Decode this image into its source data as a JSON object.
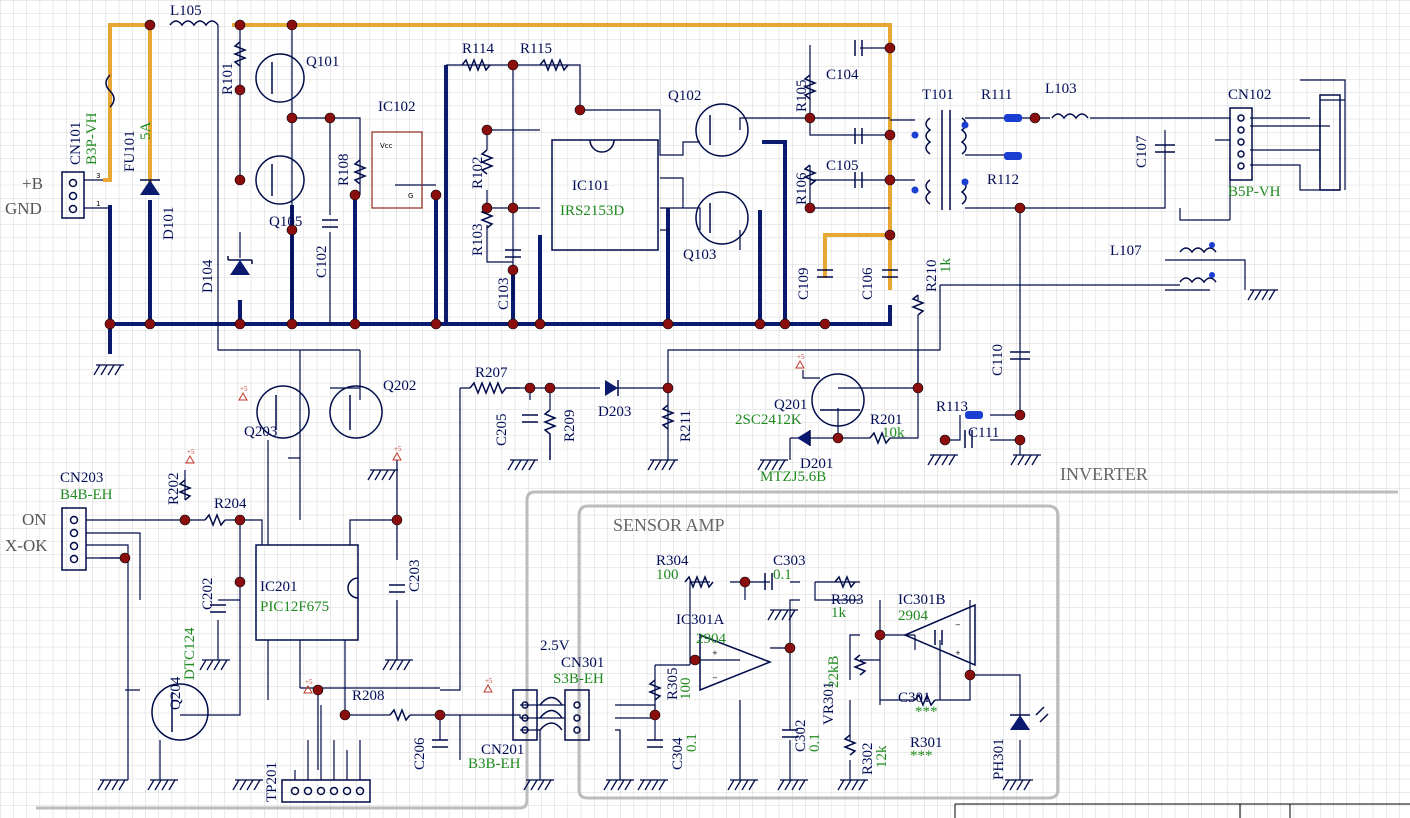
{
  "sections": {
    "inverter": "INVERTER",
    "sensor_amp": "SENSOR AMP"
  },
  "side_labels": {
    "plus_b": "+B",
    "gnd": "GND",
    "on": "ON",
    "x_ok": "X-OK"
  },
  "parts": {
    "cn101": {
      "ref": "CN101",
      "value": "B3P-VH"
    },
    "fu101": {
      "ref": "FU101",
      "value": "5A"
    },
    "l105": {
      "ref": "L105"
    },
    "d101": {
      "ref": "D101"
    },
    "d104": {
      "ref": "D104"
    },
    "r101": {
      "ref": "R101"
    },
    "q101": {
      "ref": "Q101"
    },
    "q105": {
      "ref": "Q105"
    },
    "c102": {
      "ref": "C102"
    },
    "r108": {
      "ref": "R108"
    },
    "ic102": {
      "ref": "IC102",
      "pin_vcc": "Vcc",
      "pin_g": "G"
    },
    "r114": {
      "ref": "R114"
    },
    "r115": {
      "ref": "R115"
    },
    "r102": {
      "ref": "R102"
    },
    "r103": {
      "ref": "R103"
    },
    "c103": {
      "ref": "C103"
    },
    "ic101": {
      "ref": "IC101",
      "value": "IRS2153D"
    },
    "q102": {
      "ref": "Q102"
    },
    "q103": {
      "ref": "Q103"
    },
    "r105": {
      "ref": "R105"
    },
    "r106": {
      "ref": "R106"
    },
    "c104": {
      "ref": "C104"
    },
    "c105": {
      "ref": "C105"
    },
    "c109": {
      "ref": "C109"
    },
    "c106": {
      "ref": "C106"
    },
    "t101": {
      "ref": "T101"
    },
    "r111": {
      "ref": "R111"
    },
    "r112": {
      "ref": "R112"
    },
    "l103": {
      "ref": "L103"
    },
    "c107": {
      "ref": "C107"
    },
    "cn102": {
      "ref": "CN102",
      "value": "B5P-VH"
    },
    "l107": {
      "ref": "L107"
    },
    "r210": {
      "ref": "R210",
      "value": "1k"
    },
    "c110": {
      "ref": "C110"
    },
    "r113": {
      "ref": "R113"
    },
    "c111": {
      "ref": "C111"
    },
    "q201": {
      "ref": "Q201",
      "value": "2SC2412K"
    },
    "r201": {
      "ref": "R201",
      "value": "10k"
    },
    "d201": {
      "ref": "D201",
      "value": "MTZJ5.6B"
    },
    "r207": {
      "ref": "R207"
    },
    "c205": {
      "ref": "C205"
    },
    "r209": {
      "ref": "R209"
    },
    "d203": {
      "ref": "D203"
    },
    "r211": {
      "ref": "R211"
    },
    "q202": {
      "ref": "Q202"
    },
    "q203": {
      "ref": "Q203"
    },
    "cn203": {
      "ref": "CN203",
      "value": "B4B-EH"
    },
    "r202": {
      "ref": "R202"
    },
    "r204": {
      "ref": "R204"
    },
    "c202": {
      "ref": "C202"
    },
    "ic201": {
      "ref": "IC201",
      "value": "PIC12F675"
    },
    "c203": {
      "ref": "C203"
    },
    "q204": {
      "ref": "Q204",
      "value": "DTC124"
    },
    "r208": {
      "ref": "R208"
    },
    "c206": {
      "ref": "C206"
    },
    "tp201": {
      "ref": "TP201"
    },
    "cn201": {
      "ref": "CN201",
      "value": "B3B-EH"
    },
    "cn301": {
      "ref": "CN301",
      "value": "S3B-EH",
      "note": "2.5V"
    },
    "r304": {
      "ref": "R304",
      "value": "100"
    },
    "c303": {
      "ref": "C303",
      "value": "0.1"
    },
    "ic301a": {
      "ref": "IC301A",
      "value": "2904"
    },
    "r305": {
      "ref": "R305",
      "value": "100"
    },
    "c304": {
      "ref": "C304",
      "value": "0.1"
    },
    "c302": {
      "ref": "C302",
      "value": "0.1"
    },
    "r303": {
      "ref": "R303",
      "value": "1k"
    },
    "ic301b": {
      "ref": "IC301B",
      "value": "2904"
    },
    "vr301": {
      "ref": "VR301",
      "value": "22kB"
    },
    "r302": {
      "ref": "R302",
      "value": "12k"
    },
    "c301": {
      "ref": "C301",
      "value": "***"
    },
    "r301": {
      "ref": "R301",
      "value": "***"
    },
    "ph301": {
      "ref": "PH301"
    }
  },
  "supply_marker": "+5"
}
